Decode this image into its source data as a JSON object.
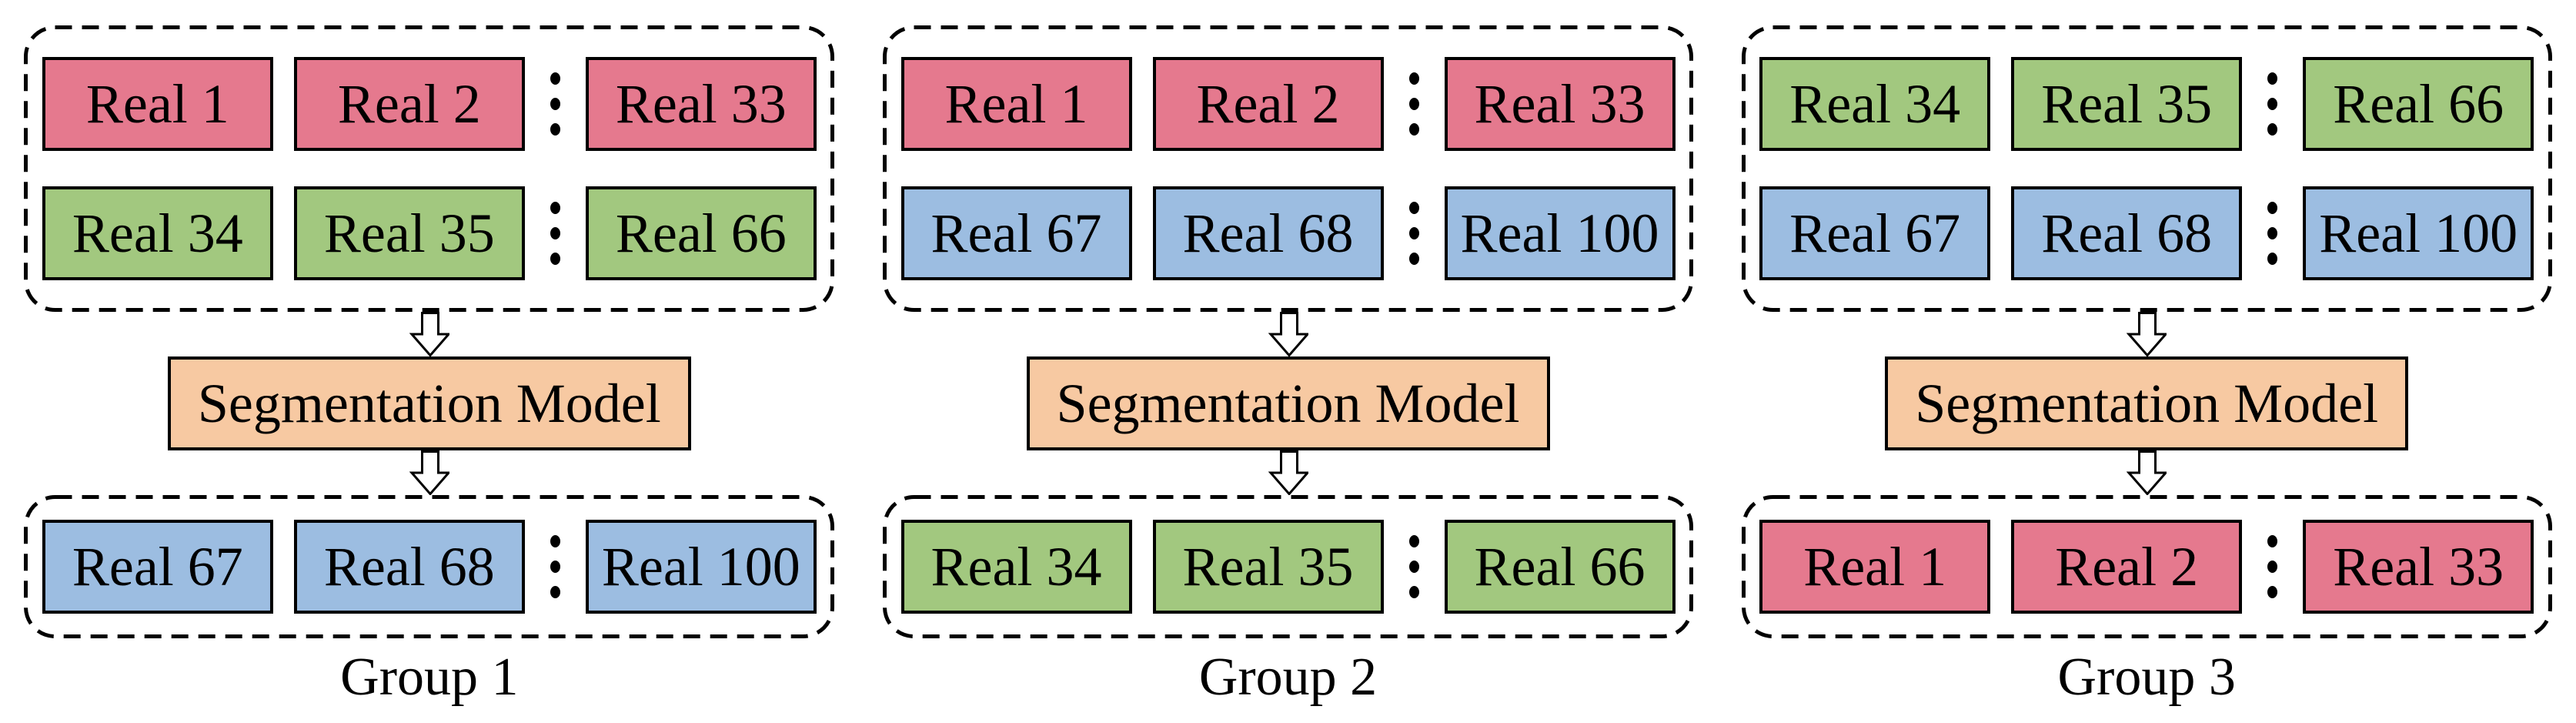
{
  "diagram": {
    "background": "#FFFFFF",
    "segmentation_model": {
      "label": "Segmentation Model",
      "color": "#F7C9A2"
    },
    "groups": [
      {
        "label": "Group 1",
        "input_rows": [
          {
            "color": "#E5798E",
            "boxes": [
              "Real 1",
              "Real 2",
              "Real 33"
            ]
          },
          {
            "color": "#A2C87F",
            "boxes": [
              "Real 34",
              "Real 35",
              "Real 66"
            ]
          }
        ],
        "output_row": {
          "color": "#9CBDE1",
          "boxes": [
            "Real 67",
            "Real 68",
            "Real 100"
          ]
        }
      },
      {
        "label": "Group 2",
        "input_rows": [
          {
            "color": "#E5798E",
            "boxes": [
              "Real 1",
              "Real 2",
              "Real 33"
            ]
          },
          {
            "color": "#9CBDE1",
            "boxes": [
              "Real 67",
              "Real 68",
              "Real 100"
            ]
          }
        ],
        "output_row": {
          "color": "#A2C87F",
          "boxes": [
            "Real 34",
            "Real 35",
            "Real 66"
          ]
        }
      },
      {
        "label": "Group 3",
        "input_rows": [
          {
            "color": "#A2C87F",
            "boxes": [
              "Real 34",
              "Real 35",
              "Real 66"
            ]
          },
          {
            "color": "#9CBDE1",
            "boxes": [
              "Real 67",
              "Real 68",
              "Real 100"
            ]
          }
        ],
        "output_row": {
          "color": "#E5798E",
          "boxes": [
            "Real 1",
            "Real 2",
            "Real 33"
          ]
        }
      }
    ]
  }
}
